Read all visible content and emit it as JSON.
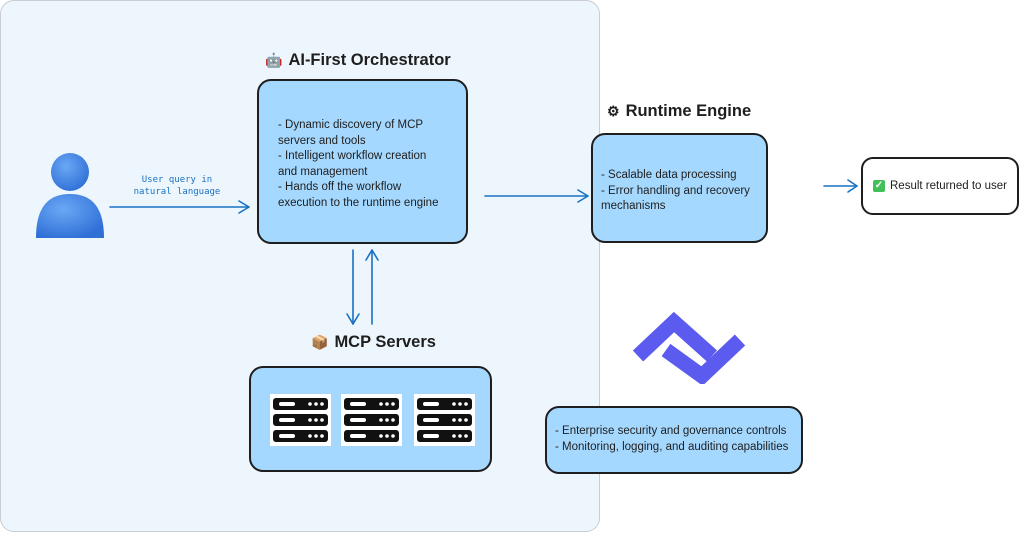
{
  "user_label": [
    "User query in",
    "natural language"
  ],
  "orchestrator": {
    "title": "AI-First Orchestrator",
    "icon": "robot-icon",
    "lines": [
      "- Dynamic discovery of MCP",
      "servers and tools",
      "- Intelligent workflow creation",
      "and management",
      "- Hands off the workflow",
      "execution to the runtime engine"
    ]
  },
  "runtime": {
    "title": "Runtime Engine",
    "icon": "gear-icon",
    "lines": [
      "- Scalable data processing",
      "- Error handling and recovery",
      "mechanisms"
    ]
  },
  "mcp": {
    "title": "MCP Servers",
    "icon": "package-icon"
  },
  "enterprise": {
    "lines": [
      "- Enterprise security and governance controls",
      "- Monitoring, logging, and auditing capabilities"
    ]
  },
  "result": {
    "icon": "check-icon",
    "label": "Result returned to user"
  },
  "colors": {
    "panel": "#eef6fd",
    "box": "#a5d8ff",
    "arrow": "#1971c2",
    "user": "#3b82f6",
    "logo": "#5b5bf0"
  }
}
